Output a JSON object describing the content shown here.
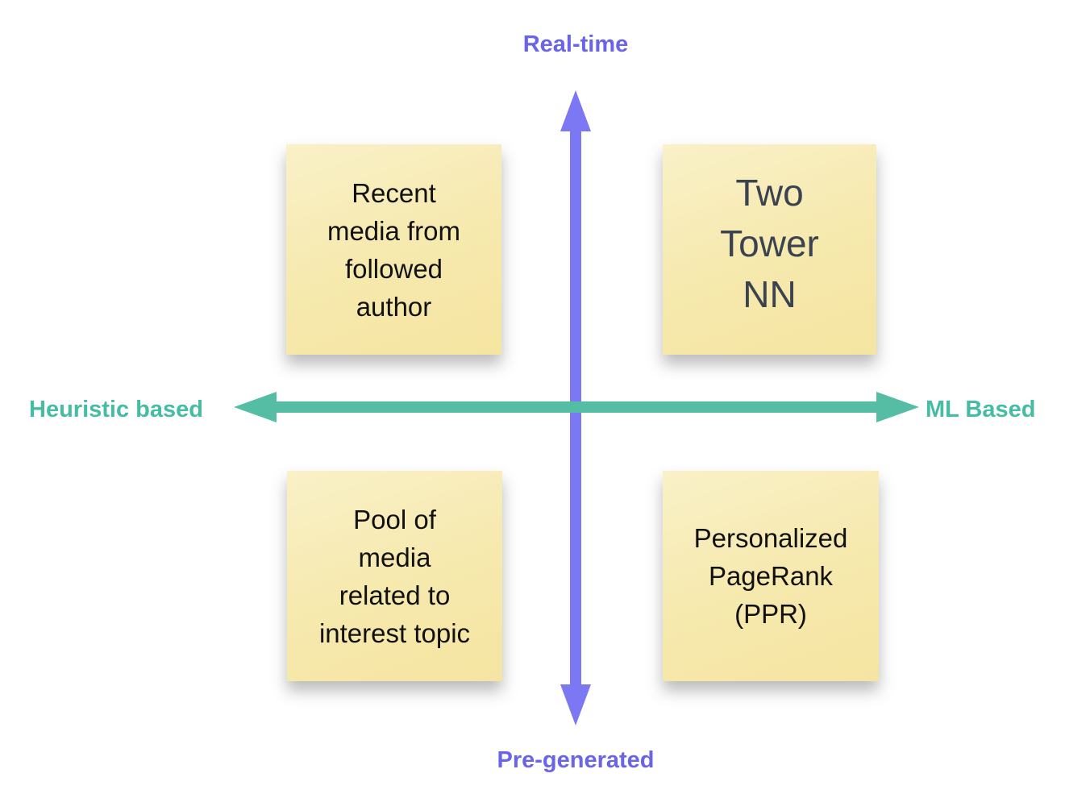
{
  "diagram": {
    "type": "quadrant-chart",
    "background": "#FFFFFF",
    "axes": {
      "vertical": {
        "top_label": "Real-time",
        "bottom_label": "Pre-generated",
        "color": "#7C77F2",
        "label_color": "#6B63E8"
      },
      "horizontal": {
        "left_label": "Heuristic based",
        "right_label": "ML Based",
        "color": "#54BDA4",
        "label_color": "#45BCA3"
      }
    },
    "notes": [
      {
        "position": "top-left",
        "text": "Recent\nmedia from\nfollowed\nauthor",
        "bg": "#F6E9AD",
        "text_color": "#111111"
      },
      {
        "position": "top-right",
        "text": "Two\nTower\nNN",
        "bg": "#F6E9AD",
        "text_color": "#3B4250"
      },
      {
        "position": "bottom-left",
        "text": "Pool of\nmedia\nrelated to\ninterest topic",
        "bg": "#F6E9AD",
        "text_color": "#111111"
      },
      {
        "position": "bottom-right",
        "text": "Personalized\nPageRank\n(PPR)",
        "bg": "#F6E9AD",
        "text_color": "#111111"
      }
    ]
  }
}
